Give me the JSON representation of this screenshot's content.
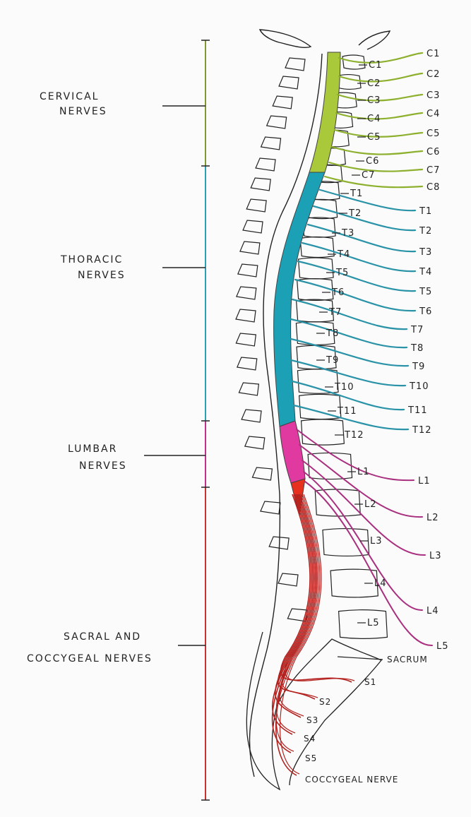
{
  "regions": {
    "cervical": {
      "line1": "CERVICAL",
      "line2": "NERVES",
      "color": "#7f9a2f"
    },
    "thoracic": {
      "line1": "THORACIC",
      "line2": "NERVES",
      "color": "#2a9fb8"
    },
    "lumbar": {
      "line1": "LUMBAR",
      "line2": "NERVES",
      "color": "#c42f8a"
    },
    "sacral": {
      "line1": "SACRAL AND",
      "line2": "COCCYGEAL NERVES",
      "color": "#c8312f"
    }
  },
  "cord_colors": {
    "cervical": "#a9c93b",
    "thoracic": "#1ba0b5",
    "lumbar": "#e03aa0",
    "sacral": "#e8301f"
  },
  "nerve_colors": {
    "cervical": "#8db02e",
    "thoracic": "#2a93a8",
    "lumbar": "#a8307f",
    "sacral": "#b3221f"
  },
  "vertebra_labels": [
    "C1",
    "C2",
    "C3",
    "C4",
    "C5",
    "C6",
    "C7",
    "T1",
    "T2",
    "T3",
    "T4",
    "T5",
    "T6",
    "T7",
    "T8",
    "T9",
    "T10",
    "T11",
    "T12",
    "L1",
    "L2",
    "L3",
    "L4",
    "L5"
  ],
  "nerve_labels": [
    "C1",
    "C2",
    "C3",
    "C4",
    "C5",
    "C6",
    "C7",
    "C8",
    "T1",
    "T2",
    "T3",
    "T4",
    "T5",
    "T6",
    "T7",
    "T8",
    "T9",
    "T10",
    "T11",
    "T12",
    "L1",
    "L2",
    "L3",
    "L4",
    "L5"
  ],
  "sacral_labels": [
    "SACRUM",
    "S1",
    "S2",
    "S3",
    "S4",
    "S5",
    "COCCYGEAL NERVE"
  ]
}
